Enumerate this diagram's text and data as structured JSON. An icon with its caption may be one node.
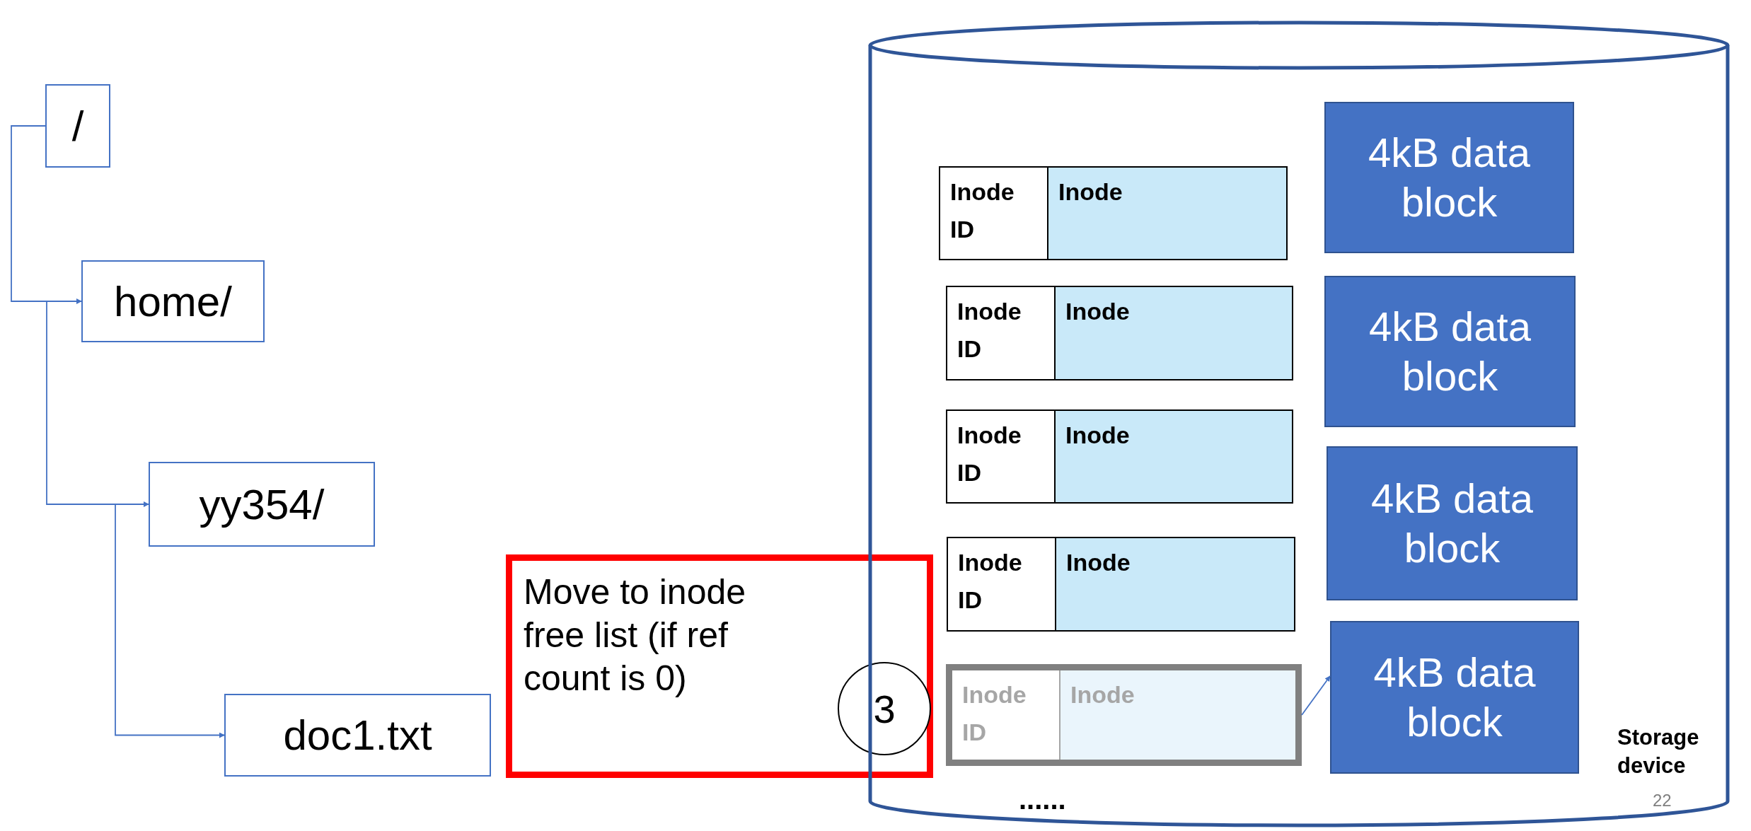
{
  "diagram": {
    "nodes": [
      {
        "text": [
          "/"
        ]
      },
      {
        "text": [
          "home/"
        ]
      },
      {
        "text": [
          "yy354/"
        ]
      },
      {
        "text": [
          "doc1.txt"
        ]
      },
      {
        "text": [
          "Move to inode free list (if ref count is 0)"
        ]
      },
      {
        "text": [
          "3"
        ],
        "in": 4
      },
      {
        "text": [
          "Storage device"
        ]
      },
      {
        "text": [
          "Inode ID",
          "Inode"
        ],
        "in": 6
      },
      {
        "text": [
          "Inode ID",
          "Inode"
        ],
        "in": 6
      },
      {
        "text": [
          "Inode ID",
          "Inode"
        ],
        "in": 6
      },
      {
        "text": [
          "Inode ID",
          "Inode"
        ],
        "in": 6
      },
      {
        "text": [
          "Inode ID",
          "Inode"
        ],
        "in": 6
      },
      {
        "text": [
          "4kB data block"
        ],
        "in": 6
      },
      {
        "text": [
          "4kB data block"
        ],
        "in": 6
      },
      {
        "text": [
          "4kB data block"
        ],
        "in": 6
      },
      {
        "text": [
          "4kB data block"
        ],
        "in": 6
      }
    ],
    "edges": [
      {
        "from": 0,
        "to": 1,
        "arrow": "to"
      },
      {
        "from": 1,
        "to": 2,
        "arrow": "to"
      },
      {
        "from": 2,
        "to": 3,
        "arrow": "to"
      },
      {
        "from": 11,
        "to": 15,
        "arrow": "to"
      }
    ],
    "labels": [
      "......",
      "22"
    ]
  }
}
